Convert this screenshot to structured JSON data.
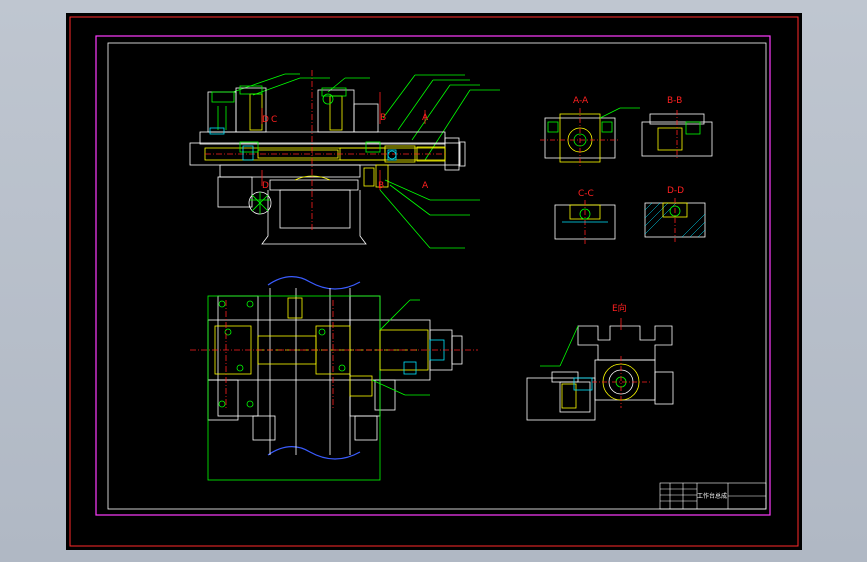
{
  "drawing": {
    "section_labels": {
      "a": "A-A",
      "b": "B-B",
      "c": "C-C",
      "d": "D-D",
      "e": "E向"
    },
    "title_block": {
      "title": "工作台总成",
      "drawing_no": "",
      "school": "",
      "rows": [
        "",
        "",
        "",
        ""
      ]
    },
    "colors": {
      "background": "#000000",
      "frame_outer": "#ff2a2a",
      "frame_inner": "#ff3cff",
      "outline": "#ffffff",
      "part": "#ffff00",
      "dim": "#00ff00",
      "center": "#ff2020",
      "accent": "#00e5ff",
      "wave": "#3a5cff"
    }
  }
}
